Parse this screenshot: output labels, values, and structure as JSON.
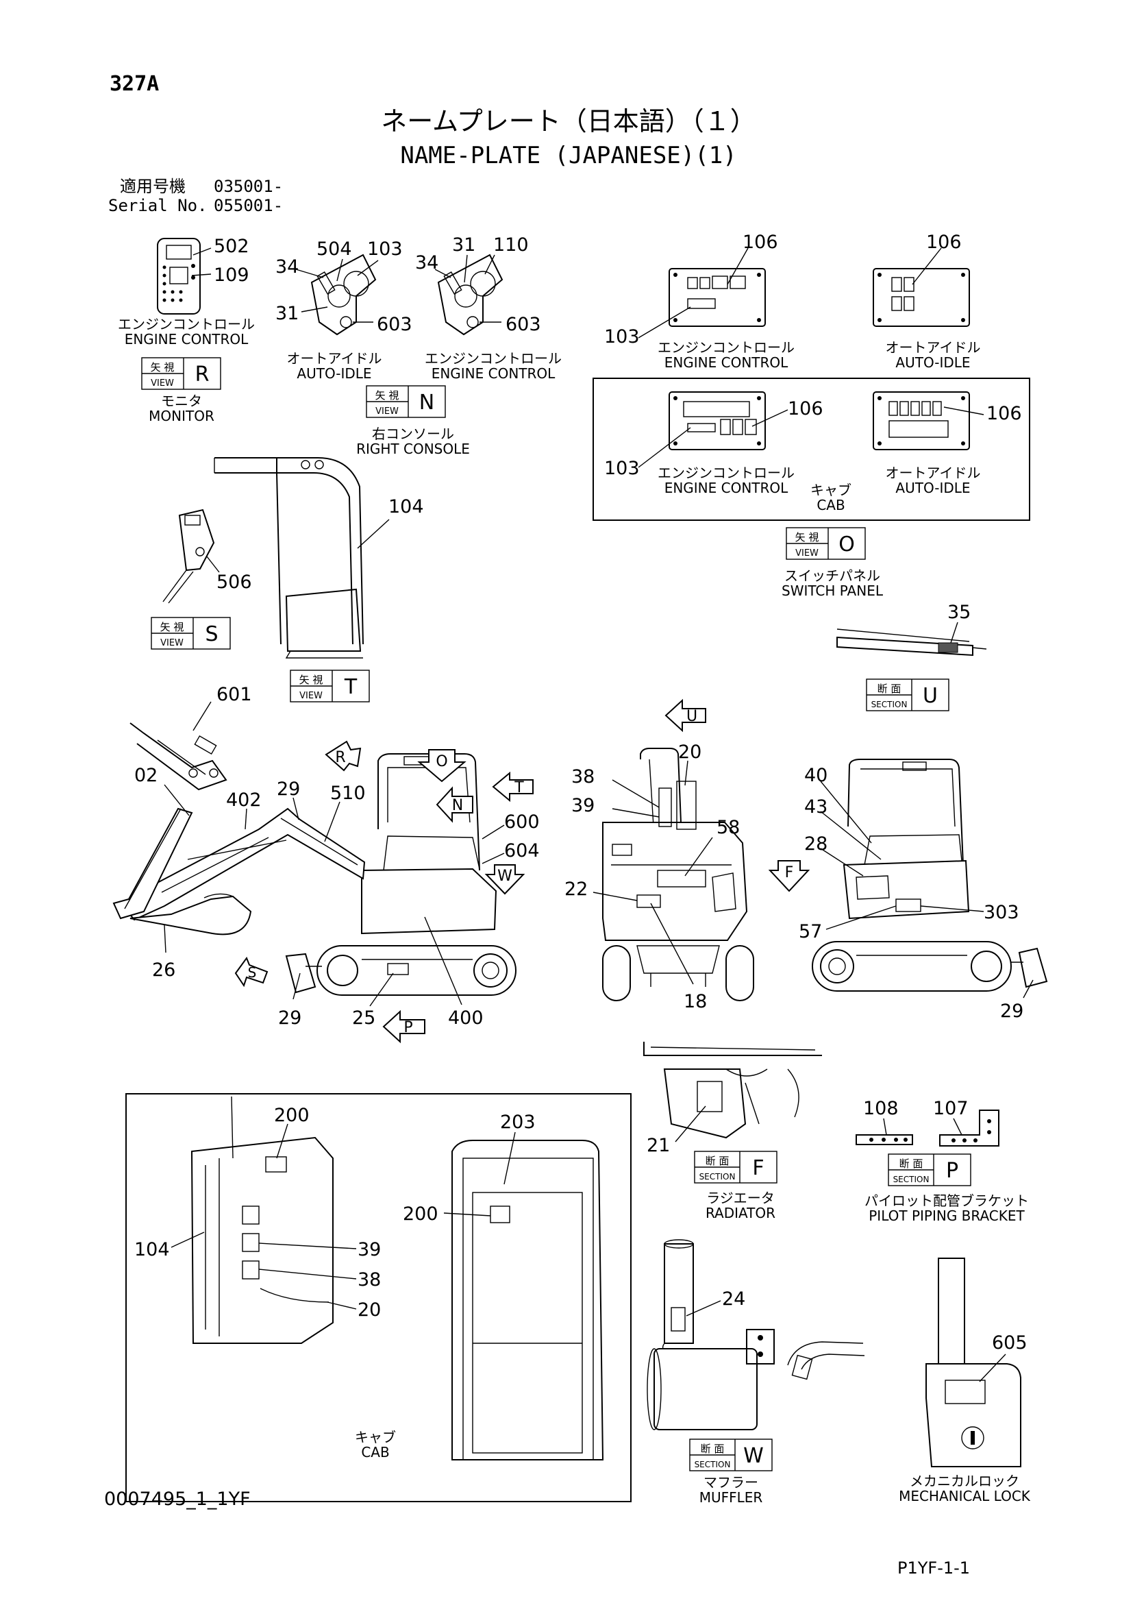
{
  "header": {
    "page_code": "327A",
    "title_jp": "ネームプレート（日本語）（１）",
    "title_en": "NAME-PLATE (JAPANESE)(1)",
    "serial_jp_label": "適用号機",
    "serial_jp_value": "035001-",
    "serial_en_label": "Serial No.",
    "serial_en_value": "055001-"
  },
  "view_tags": {
    "view_kanji": "矢 視",
    "view_word": "VIEW",
    "section_kanji": "断 面",
    "section_word": "SECTION",
    "R": "R",
    "N": "N",
    "O": "O",
    "S": "S",
    "T": "T",
    "U": "U",
    "F": "F",
    "P": "P",
    "W": "W"
  },
  "captions": {
    "engine_control_jp": "エンジンコントロール",
    "engine_control_en": "ENGINE CONTROL",
    "auto_idle_jp": "オートアイドル",
    "auto_idle_en": "AUTO-IDLE",
    "monitor_jp": "モニタ",
    "monitor_en": "MONITOR",
    "right_console_jp": "右コンソール",
    "right_console_en": "RIGHT CONSOLE",
    "cab_jp": "キャブ",
    "cab_en": "CAB",
    "switch_panel_jp": "スイッチパネル",
    "switch_panel_en": "SWITCH PANEL",
    "radiator_jp": "ラジエータ",
    "radiator_en": "RADIATOR",
    "pilot_bracket_jp": "パイロット配管ブラケット",
    "pilot_bracket_en": "PILOT PIPING BRACKET",
    "muffler_jp": "マフラー",
    "muffler_en": "MUFFLER",
    "mech_lock_jp": "メカニカルロック",
    "mech_lock_en": "MECHANICAL LOCK"
  },
  "callouts": {
    "c502": "502",
    "c109": "109",
    "c504": "504",
    "c103": "103",
    "c34": "34",
    "c31": "31",
    "c603": "603",
    "c110": "110",
    "c106": "106",
    "c104": "104",
    "c506": "506",
    "c35": "35",
    "c601": "601",
    "c02": "02",
    "c402": "402",
    "c29": "29",
    "c510": "510",
    "c600": "600",
    "c604": "604",
    "c26": "26",
    "c25": "25",
    "c400": "400",
    "c38": "38",
    "c39": "39",
    "c20": "20",
    "c58": "58",
    "c22": "22",
    "c18": "18",
    "c40": "40",
    "c43": "43",
    "c28": "28",
    "c303": "303",
    "c57": "57",
    "c200": "200",
    "c203": "203",
    "c21": "21",
    "c108": "108",
    "c107": "107",
    "c24": "24",
    "c605": "605"
  },
  "footer": {
    "drawing_id": "0007495_1_1YF",
    "page_id": "P1YF-1-1"
  }
}
